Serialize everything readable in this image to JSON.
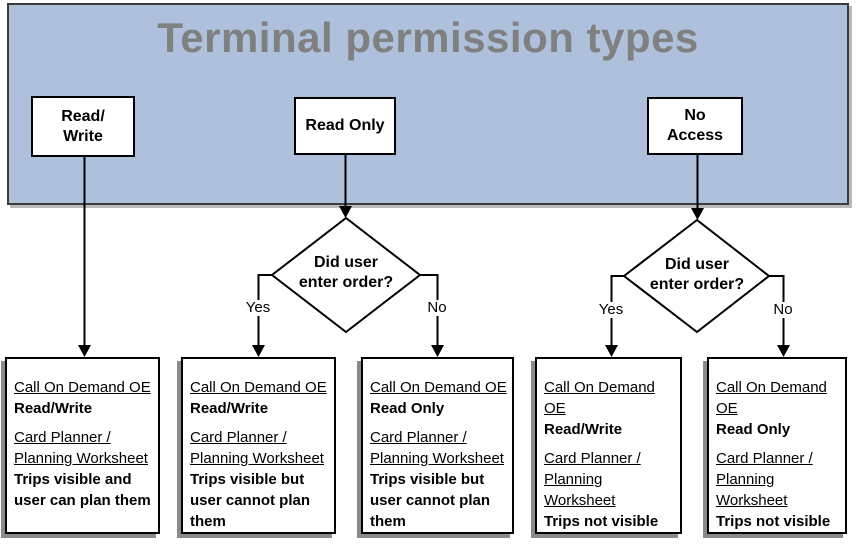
{
  "title": "Terminal permission types",
  "colors": {
    "header_bg": "#AEC0DC",
    "header_border": "#3C3C3C",
    "title_text": "#808080",
    "box_bg": "#FFFFFF",
    "box_border": "#000000",
    "box_shadow": "#8A8A8A",
    "connector": "#000000",
    "text": "#000000"
  },
  "top_boxes": [
    {
      "label": "Read/\nWrite"
    },
    {
      "label": "Read Only"
    },
    {
      "label": "No\nAccess"
    }
  ],
  "decisions": [
    {
      "question": "Did user\nenter order?",
      "yes_label": "Yes",
      "no_label": "No"
    },
    {
      "question": "Did user\nenter order?",
      "yes_label": "Yes",
      "no_label": "No"
    }
  ],
  "outcomes": [
    {
      "p1_link": "Call On Demand OE",
      "p1_bold": "Read/Write",
      "p2_link": "Card Planner /\nPlanning Worksheet",
      "p2_bold": "Trips visible and\nuser can plan them"
    },
    {
      "p1_link": "Call On Demand OE",
      "p1_bold": "Read/Write",
      "p2_link": "Card Planner /\nPlanning Worksheet",
      "p2_bold": "Trips visible but\nuser cannot plan\nthem"
    },
    {
      "p1_link": "Call On Demand OE",
      "p1_bold": "Read Only",
      "p2_link": "Card Planner /\nPlanning Worksheet",
      "p2_bold": "Trips visible but\nuser cannot plan\nthem"
    },
    {
      "p1_link": "Call On Demand\nOE",
      "p1_bold": "Read/Write",
      "p2_link": "Card Planner /\nPlanning\nWorksheet",
      "p2_bold": "Trips not visible"
    },
    {
      "p1_link": "Call On Demand\nOE",
      "p1_bold": "Read Only",
      "p2_link": "Card Planner /\nPlanning\nWorksheet",
      "p2_bold": "Trips not visible"
    }
  ]
}
